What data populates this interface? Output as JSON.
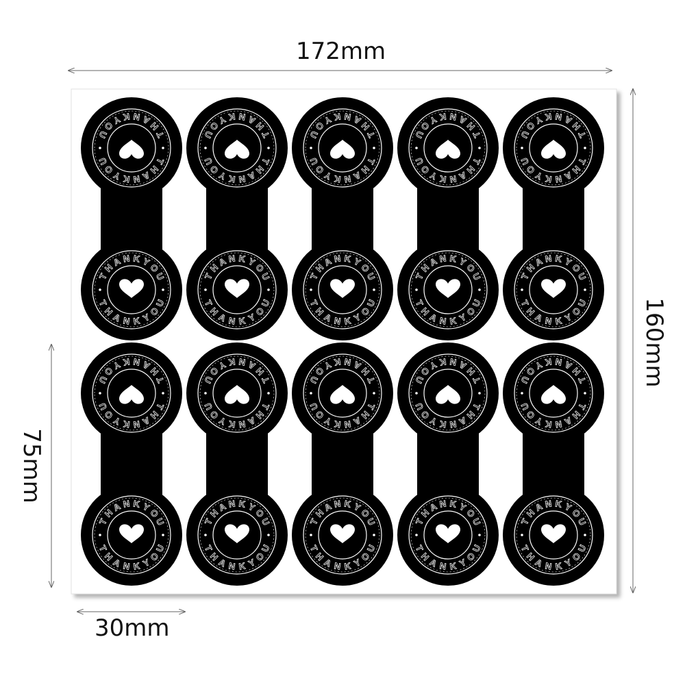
{
  "dimensions": {
    "sheet_width": "172mm",
    "sheet_height": "160mm",
    "sticker_height": "75mm",
    "sticker_width": "30mm"
  },
  "sticker": {
    "text": "THANKYOU",
    "icon": "heart-icon",
    "rows": 2,
    "columns": 5
  },
  "colors": {
    "sticker": "#000000",
    "sheet": "#ffffff",
    "print": "#ffffff"
  }
}
